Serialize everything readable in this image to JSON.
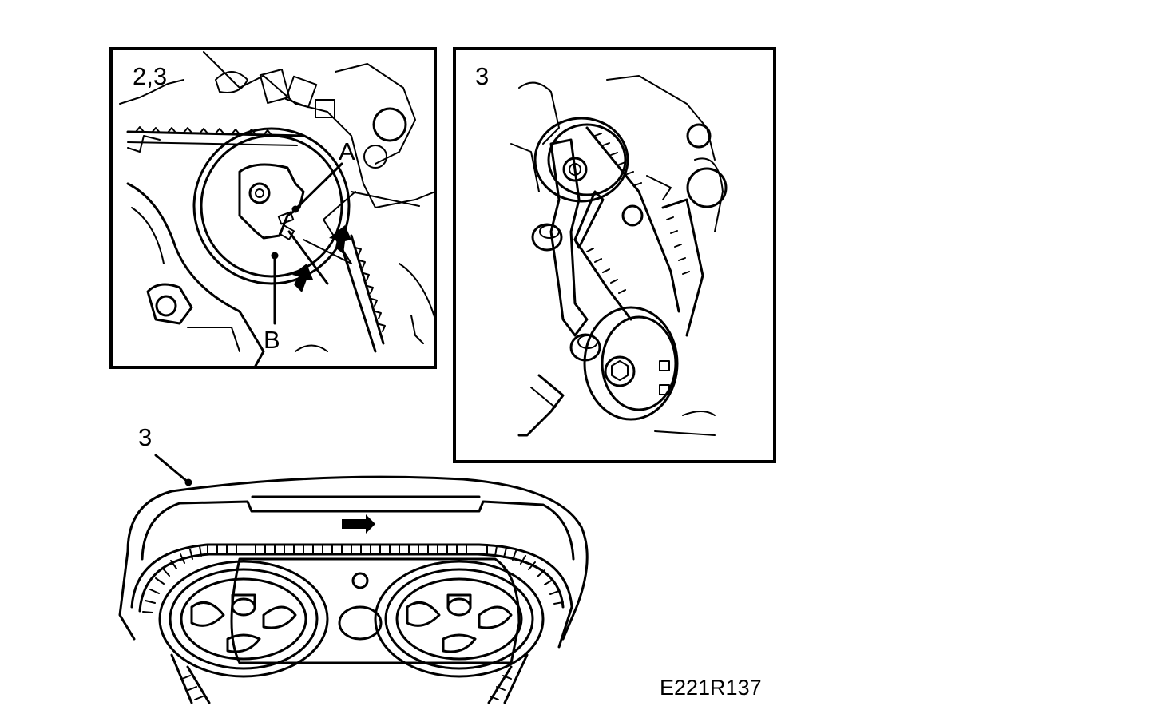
{
  "panels": {
    "top_left": {
      "label": "2,3",
      "callout_a": "A",
      "callout_b": "B"
    },
    "top_right": {
      "label": "3"
    },
    "bottom": {
      "label": "3"
    }
  },
  "figure_ref": "E221R137"
}
